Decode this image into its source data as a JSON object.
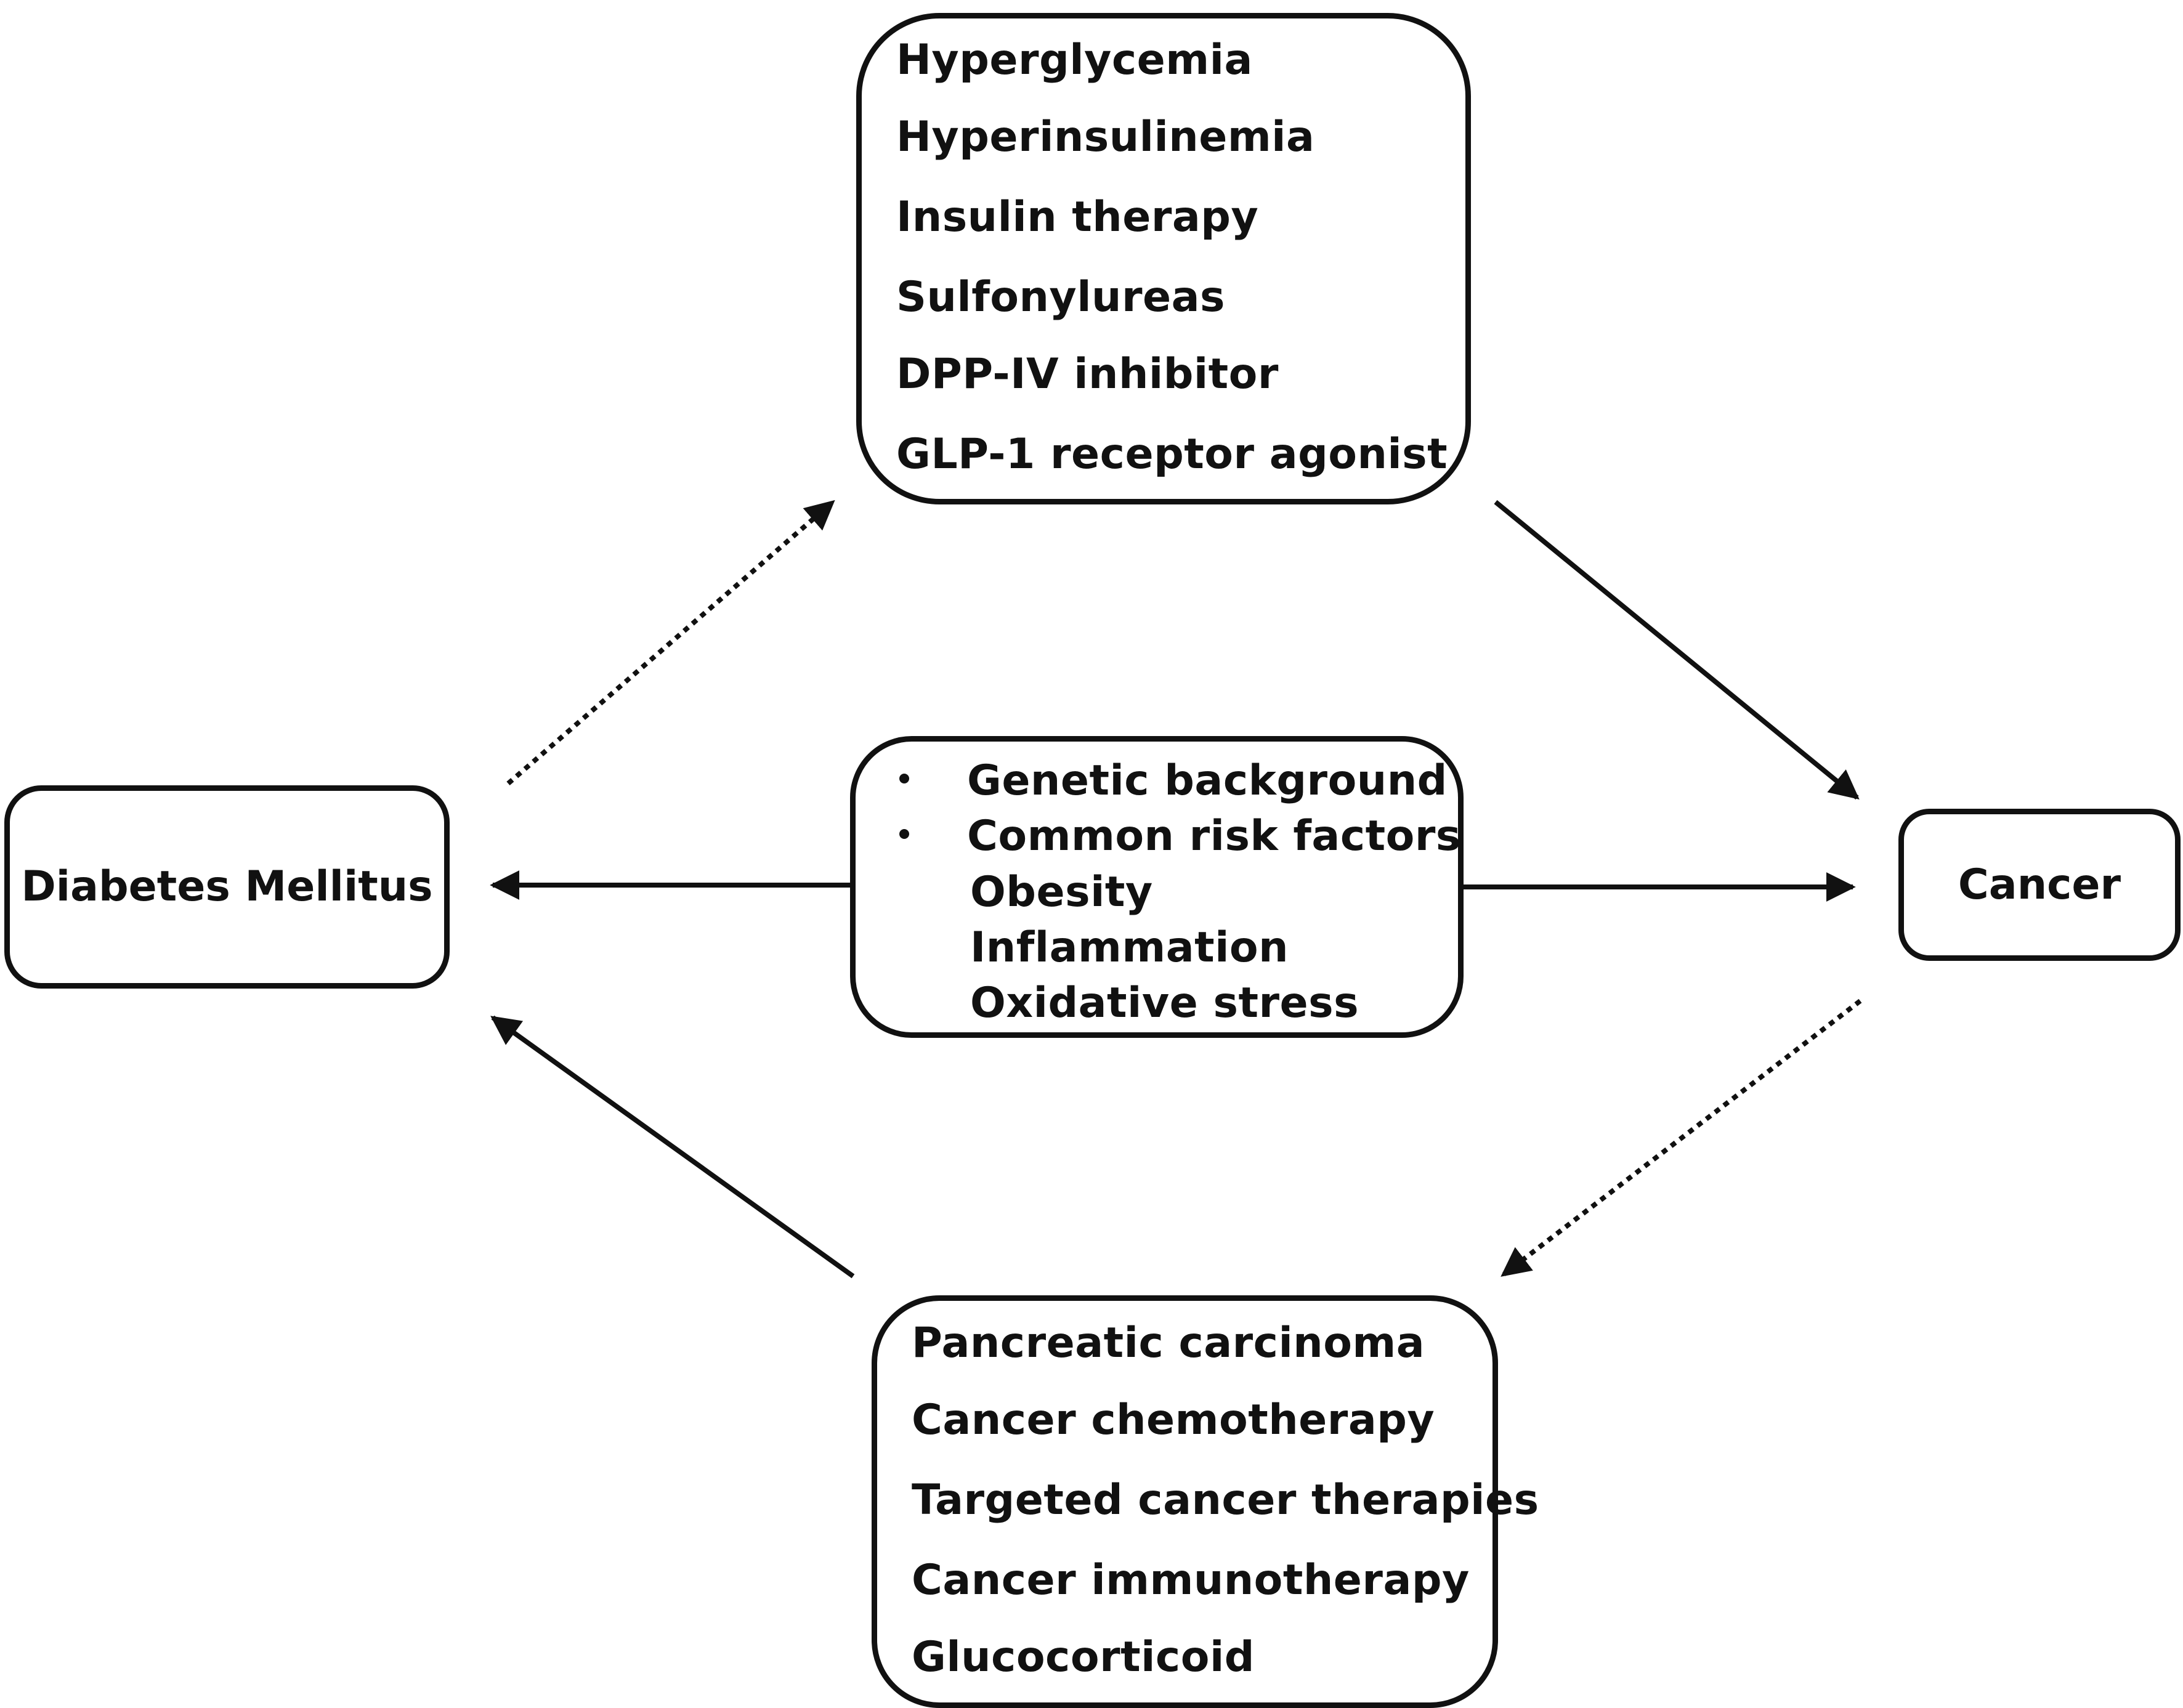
{
  "nodes": {
    "diabetes": {
      "label": "Diabetes Mellitus"
    },
    "cancer": {
      "label": "Cancer"
    },
    "top_box": {
      "items": [
        "Hyperglycemia",
        "Hyperinsulinemia",
        "Insulin therapy",
        "Sulfonylureas",
        "DPP-IV inhibitor",
        "GLP-1 receptor agonist"
      ]
    },
    "middle_box": {
      "bullets": [
        "Genetic background",
        "Common risk factors"
      ],
      "sub_items": [
        "Obesity",
        "Inflammation",
        "Oxidative stress"
      ]
    },
    "bottom_box": {
      "items": [
        "Pancreatic carcinoma",
        "Cancer chemotherapy",
        "Targeted cancer therapies",
        "Cancer immunotherapy",
        "Glucocorticoid"
      ]
    }
  },
  "edges": [
    {
      "from": "diabetes",
      "to": "top_box",
      "style": "dotted"
    },
    {
      "from": "top_box",
      "to": "cancer",
      "style": "solid"
    },
    {
      "from": "middle_box",
      "to": "diabetes",
      "style": "solid"
    },
    {
      "from": "middle_box",
      "to": "cancer",
      "style": "solid"
    },
    {
      "from": "cancer",
      "to": "bottom_box",
      "style": "dotted"
    },
    {
      "from": "bottom_box",
      "to": "diabetes",
      "style": "solid"
    }
  ],
  "colors": {
    "ink": "#111111",
    "background": "#ffffff"
  }
}
